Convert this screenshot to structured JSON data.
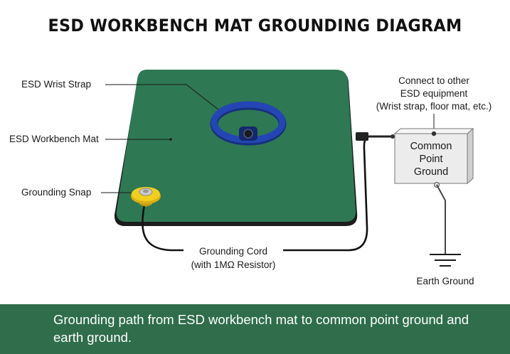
{
  "title": "ESD WORKBENCH MAT GROUNDING DIAGRAM",
  "labels": {
    "wrist_strap": "ESD Wrist Strap",
    "workbench_mat": "ESD Workbench Mat",
    "grounding_snap": "Grounding Snap",
    "grounding_cord": "Grounding Cord",
    "grounding_cord_note": "(with 1MΩ Resistor)",
    "connect_line1": "Connect to other",
    "connect_line2": "ESD equipment",
    "connect_line3": "(Wrist strap, floor mat, etc.)",
    "common_point_line1": "Common",
    "common_point_line2": "Point",
    "common_point_line3": "Ground",
    "earth_ground": "Earth Ground"
  },
  "footer": {
    "caption": "Grounding path from ESD workbench mat to common point ground and earth ground."
  },
  "colors": {
    "mat": "#2e7853",
    "mat_edge": "#1c1c1c",
    "wrist_strap": "#1f3fa8",
    "snap": "#f2cf1d",
    "footer": "#2f6d4b",
    "box": "#ececec"
  }
}
